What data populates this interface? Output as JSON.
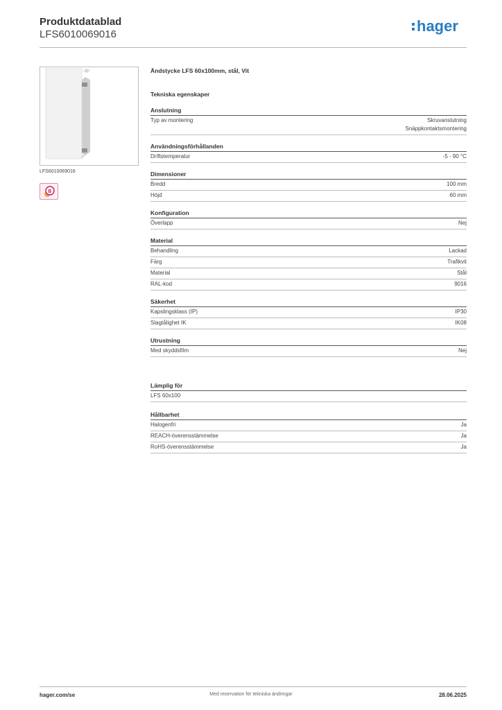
{
  "header": {
    "title": "Produktdatablad",
    "code": "LFS6010069016",
    "logo_text": "hager",
    "brand_color": "#2a7dc0"
  },
  "product": {
    "image_caption": "LFS6010069016",
    "description": "Ändstycke LFS 60x100mm, stål, Vit",
    "technical_title": "Tekniska egenskaper"
  },
  "sections": {
    "anslutning": {
      "title": "Anslutning",
      "rows": [
        {
          "label": "Typ av montering",
          "values": [
            "Skruvanslutning",
            "Snäppkontaktsmontering"
          ]
        }
      ]
    },
    "anvandning": {
      "title": "Användningsförhållanden",
      "rows": [
        {
          "label": "Driftstemperatur",
          "value": "-5 - 90 °C"
        }
      ]
    },
    "dimensioner": {
      "title": "Dimensioner",
      "rows": [
        {
          "label": "Bredd",
          "value": "100 mm"
        },
        {
          "label": "Höjd",
          "value": "60 mm"
        }
      ]
    },
    "konfiguration": {
      "title": "Konfiguration",
      "rows": [
        {
          "label": "Överlapp",
          "value": "Nej"
        }
      ]
    },
    "material": {
      "title": "Material",
      "rows": [
        {
          "label": "Behandling",
          "value": "Lackad"
        },
        {
          "label": "Färg",
          "value": "Trafikvit"
        },
        {
          "label": "Material",
          "value": "Stål"
        },
        {
          "label": "RAL-kod",
          "value": "9016"
        }
      ]
    },
    "sakerhet": {
      "title": "Säkerhet",
      "rows": [
        {
          "label": "Kapslingsklass (IP)",
          "value": "IP30"
        },
        {
          "label": "Slagtålighet IK",
          "value": "IK08"
        }
      ]
    },
    "utrustning": {
      "title": "Utrustning",
      "rows": [
        {
          "label": "Med skyddsfilm",
          "value": "Nej"
        }
      ]
    },
    "lamplig": {
      "title": "Lämplig för",
      "rows": [
        {
          "label": "LFS 60x100"
        }
      ]
    },
    "hallbarhet": {
      "title": "Hållbarhet",
      "rows": [
        {
          "label": "Halogenfri",
          "value": "Ja"
        },
        {
          "label": "REACH-överensstämmelse",
          "value": "Ja"
        },
        {
          "label": "RoHS-överensstämmelse",
          "value": "Ja"
        }
      ]
    }
  },
  "footer": {
    "website": "hager.com/se",
    "disclaimer": "Med reservation för tekniska ändringar",
    "date": "28.06.2025"
  }
}
